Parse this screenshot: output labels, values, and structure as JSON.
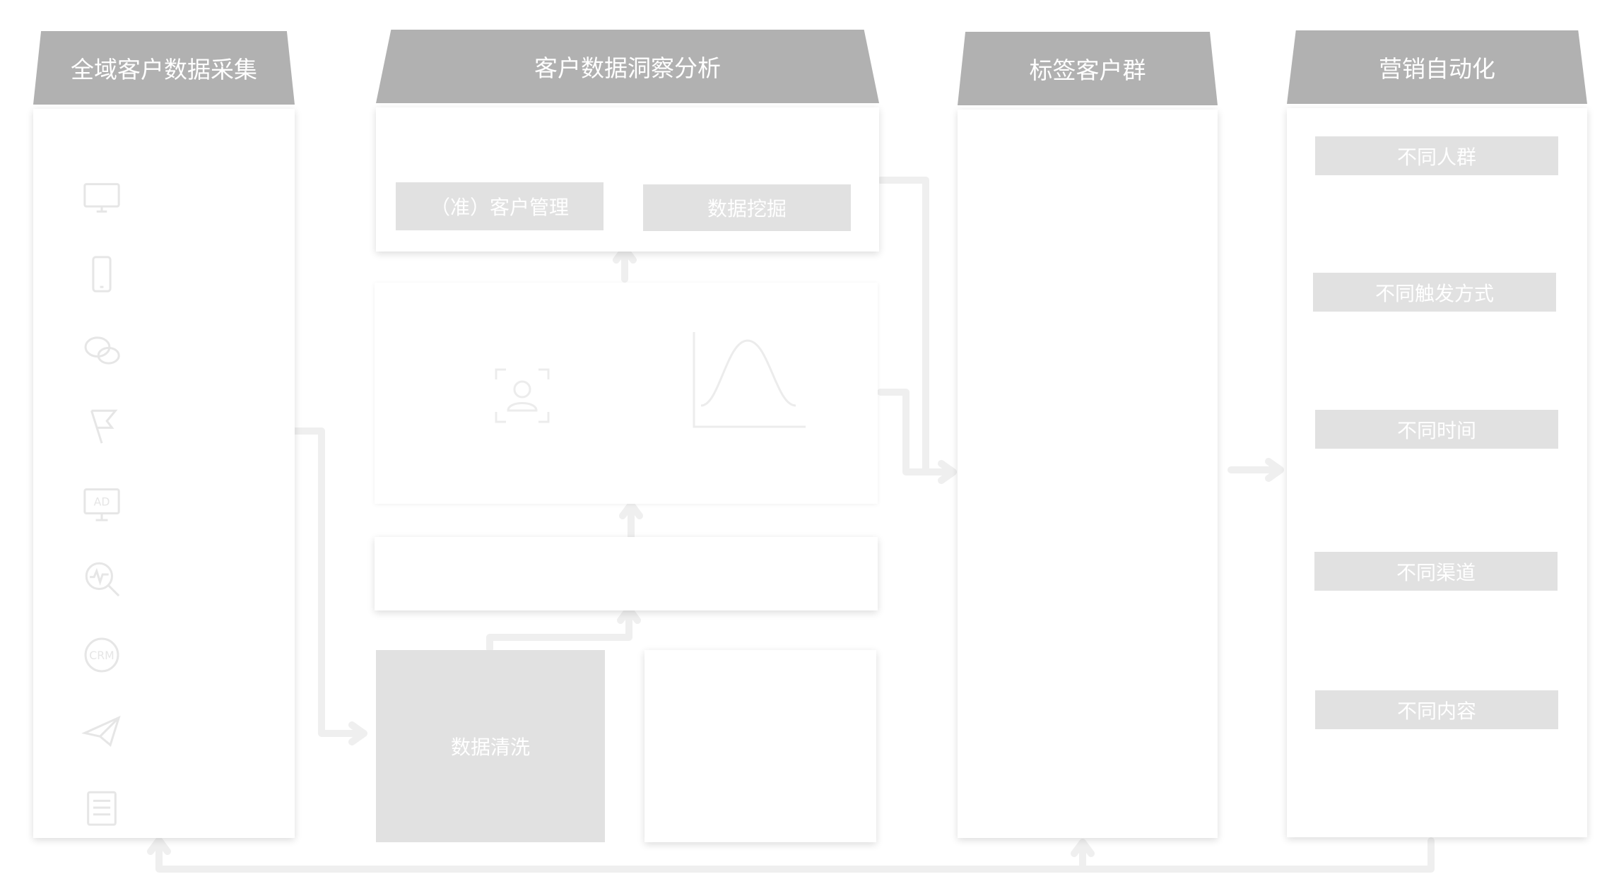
{
  "columns": {
    "collection": {
      "title": "全域客户数据采集"
    },
    "insight": {
      "title": "客户数据洞察分析"
    },
    "segments": {
      "title": "标签客户群"
    },
    "automation": {
      "title": "营销自动化"
    }
  },
  "insight": {
    "chip_customer_mgmt": "（准）客户管理",
    "chip_data_mining": "数据挖掘",
    "data_cleaning": "数据清洗"
  },
  "automation": {
    "items": [
      "不同人群",
      "不同触发方式",
      "不同时间",
      "不同渠道",
      "不同内容"
    ]
  },
  "collection_icons": [
    "monitor-icon",
    "mobile-icon",
    "wechat-icon",
    "flag-icon",
    "ad-screen-icon",
    "search-analytics-icon",
    "crm-icon",
    "paper-plane-icon",
    "document-icon"
  ],
  "colors": {
    "header": "#b1b1b1",
    "chip": "#e1e1e1",
    "connector": "#efefef"
  }
}
